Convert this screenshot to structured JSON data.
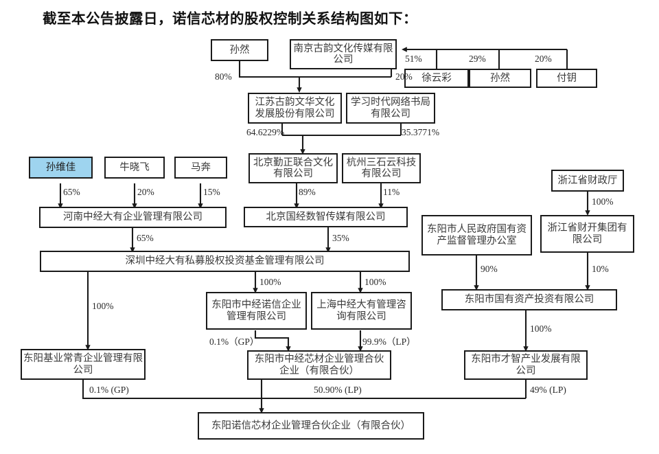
{
  "document": {
    "title": "截至本公告披露日，诺信芯材的股权控制关系结构图如下："
  },
  "diagram": {
    "type": "ownership-structure-chart",
    "highlight_color": "#9ed4ef",
    "line_color": "#1a1a1a",
    "nodes": [
      {
        "id": "sunran_top",
        "label": "孙然"
      },
      {
        "id": "nanjing_guyun",
        "label": "南京古韵文化传媒有限公司"
      },
      {
        "id": "xuyuncai",
        "label": "徐云彩"
      },
      {
        "id": "sunran_right",
        "label": "孙然"
      },
      {
        "id": "fuyue",
        "label": "付钥"
      },
      {
        "id": "jiangsu_guyun",
        "label": "江苏古韵文华文化发展股份有限公司"
      },
      {
        "id": "xuexi_shidai",
        "label": "学习时代网络书局有限公司"
      },
      {
        "id": "beijing_qinzheng",
        "label": "北京勤正联合文化有限公司"
      },
      {
        "id": "hangzhou_sanshi",
        "label": "杭州三石云科技有限公司"
      },
      {
        "id": "beijing_guojing",
        "label": "北京国经数智传媒有限公司"
      },
      {
        "id": "sunweijia",
        "label": "孙维佳",
        "highlight": true
      },
      {
        "id": "niuxiaofei",
        "label": "牛晓飞"
      },
      {
        "id": "maben",
        "label": "马奔"
      },
      {
        "id": "henan_zjdy",
        "label": "河南中经大有企业管理有限公司"
      },
      {
        "id": "shenzhen_zjdy",
        "label": "深圳中经大有私募股权投资基金管理有限公司"
      },
      {
        "id": "dongyang_znx",
        "label": "东阳市中经诺信企业管理有限公司"
      },
      {
        "id": "shanghai_zjdy",
        "label": "上海中经大有管理咨询有限公司"
      },
      {
        "id": "dongyang_jycq",
        "label": "东阳基业常青企业管理有限公司"
      },
      {
        "id": "dongyang_zjxc",
        "label": "东阳市中经芯材企业管理合伙企业（有限合伙）"
      },
      {
        "id": "zhejiang_czt",
        "label": "浙江省财政厅"
      },
      {
        "id": "dongyang_gzw",
        "label": "东阳市人民政府国有资产监督管理办公室"
      },
      {
        "id": "zhejiang_ckjt",
        "label": "浙江省财开集团有限公司"
      },
      {
        "id": "dongyang_gyzc",
        "label": "东阳市国有资产投资有限公司"
      },
      {
        "id": "dongyang_czcy",
        "label": "东阳市才智产业发展有限公司"
      },
      {
        "id": "dongyang_nxxc",
        "label": "东阳诺信芯材企业管理合伙企业（有限合伙）"
      }
    ],
    "edges": [
      {
        "from": "sunran_top",
        "to": "jiangsu_guyun",
        "label": "80%"
      },
      {
        "from": "nanjing_guyun",
        "to": "jiangsu_guyun",
        "label": "20%"
      },
      {
        "from": "xuyuncai",
        "to": "nanjing_guyun",
        "label": "51%"
      },
      {
        "from": "sunran_right",
        "to": "nanjing_guyun",
        "label": "29%"
      },
      {
        "from": "fuyue",
        "to": "nanjing_guyun",
        "label": "20%"
      },
      {
        "from": "jiangsu_guyun",
        "to": "beijing_qinzheng",
        "label": "64.6229%"
      },
      {
        "from": "xuexi_shidai",
        "to": "beijing_qinzheng",
        "label": "35.3771%"
      },
      {
        "from": "beijing_qinzheng",
        "to": "beijing_guojing",
        "label": "89%"
      },
      {
        "from": "hangzhou_sanshi",
        "to": "beijing_guojing",
        "label": "11%"
      },
      {
        "from": "sunweijia",
        "to": "henan_zjdy",
        "label": "65%"
      },
      {
        "from": "niuxiaofei",
        "to": "henan_zjdy",
        "label": "20%"
      },
      {
        "from": "maben",
        "to": "henan_zjdy",
        "label": "15%"
      },
      {
        "from": "henan_zjdy",
        "to": "shenzhen_zjdy",
        "label": "65%"
      },
      {
        "from": "beijing_guojing",
        "to": "shenzhen_zjdy",
        "label": "35%"
      },
      {
        "from": "shenzhen_zjdy",
        "to": "dongyang_znx",
        "label": "100%"
      },
      {
        "from": "shenzhen_zjdy",
        "to": "shanghai_zjdy",
        "label": "100%"
      },
      {
        "from": "shenzhen_zjdy",
        "to": "dongyang_jycq",
        "label": "100%"
      },
      {
        "from": "dongyang_znx",
        "to": "dongyang_zjxc",
        "label": "0.1%（GP）"
      },
      {
        "from": "shanghai_zjdy",
        "to": "dongyang_zjxc",
        "label": "99.9%（LP）"
      },
      {
        "from": "zhejiang_czt",
        "to": "zhejiang_ckjt",
        "label": "100%"
      },
      {
        "from": "dongyang_gzw",
        "to": "dongyang_gyzc",
        "label": "90%"
      },
      {
        "from": "zhejiang_ckjt",
        "to": "dongyang_gyzc",
        "label": "10%"
      },
      {
        "from": "dongyang_gyzc",
        "to": "dongyang_czcy",
        "label": "100%"
      },
      {
        "from": "dongyang_jycq",
        "to": "dongyang_nxxc",
        "label": "0.1% (GP)"
      },
      {
        "from": "dongyang_zjxc",
        "to": "dongyang_nxxc",
        "label": "50.90% (LP)"
      },
      {
        "from": "dongyang_czcy",
        "to": "dongyang_nxxc",
        "label": "49% (LP)"
      }
    ]
  }
}
